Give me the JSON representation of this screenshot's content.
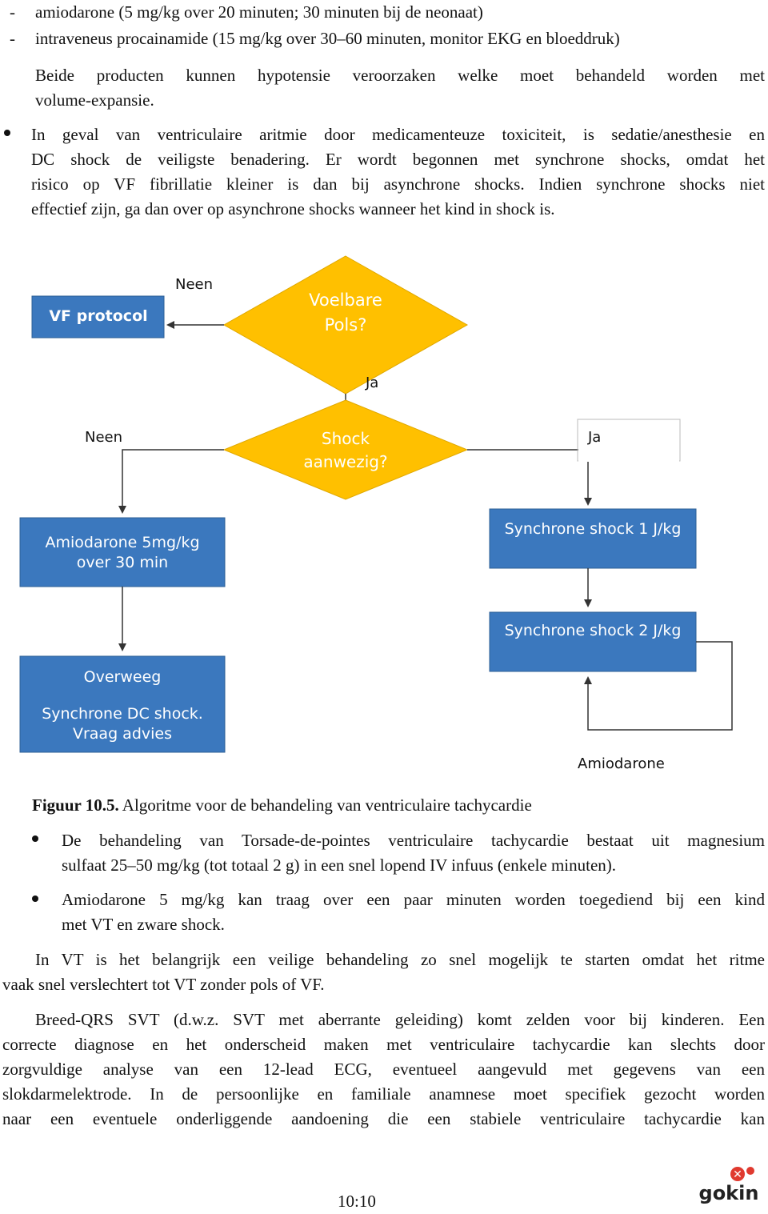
{
  "intro": {
    "dash1": "-",
    "line1": "amiodarone (5 mg/kg over 20 minuten; 30 minuten bij de neonaat)",
    "dash2": "-",
    "line2": "intraveneus procainamide (15 mg/kg over 30–60 minuten, monitor EKG en bloeddruk)",
    "line3": "Beide producten kunnen hypotensie veroorzaken welke moet behandeld worden met",
    "line4": "volume-expansie.",
    "bullet_lines": [
      "In geval van ventriculaire aritmie door medicamenteuze toxiciteit, is sedatie/anesthesie en",
      "DC shock de veiligste benadering. Er wordt begonnen met synchrone shocks, omdat het",
      "risico op VF fibrillatie kleiner is dan bij asynchrone shocks. Indien synchrone shocks niet",
      "effectief zijn, ga dan over op asynchrone shocks wanneer het kind in shock is."
    ]
  },
  "flowchart": {
    "colors": {
      "decision": "#FFC000",
      "process": "#3B78BE",
      "text_on_node": "#FFFFFF",
      "line": "#333333"
    },
    "decision1": {
      "line1": "Voelbare",
      "line2": "Pols?"
    },
    "decision1_no": "Neen",
    "decision1_yes": "Ja",
    "vf_box": "VF protocol",
    "decision2": {
      "line1": "Shock",
      "line2": "aanwezig?"
    },
    "decision2_no": "Neen",
    "decision2_yes": "Ja",
    "amio_box": {
      "line1": "Amiodarone 5mg/kg",
      "line2": "over 30 min"
    },
    "overweeg_box": {
      "line1": "Overweeg",
      "line2": "Synchrone DC shock.",
      "line3": "Vraag advies"
    },
    "sync1_box": "Synchrone shock 1 J/kg",
    "sync2_box": "Synchrone shock 2 J/kg",
    "loop_label": "Amiodarone"
  },
  "caption": {
    "number": "Figuur 10.5.",
    "text": " Algoritme voor de behandeling van ventriculaire tachycardie"
  },
  "bullets2": [
    {
      "line1": "De behandeling van Torsade-de-pointes ventriculaire tachycardie bestaat uit magnesium",
      "line2": "sulfaat 25–50 mg/kg (tot totaal 2 g) in een snel lopend IV infuus (enkele minuten)."
    },
    {
      "line1": "Amiodarone 5 mg/kg kan traag over een paar minuten worden toegediend bij een kind",
      "line2": "met VT en zware shock."
    }
  ],
  "para1": [
    "In VT is het belangrijk een veilige behandeling zo snel mogelijk te starten omdat het ritme",
    "vaak snel verslechtert tot VT zonder pols of VF."
  ],
  "para2": [
    "Breed-QRS SVT (d.w.z. SVT met aberrante geleiding) komt zelden voor bij kinderen. Een",
    "correcte diagnose en het onderscheid maken met ventriculaire tachycardie kan slechts door",
    "zorgvuldige analyse van een 12-lead ECG, eventueel aangevuld met gegevens van een",
    "slokdarmelektrode. In de persoonlijke en familiale anamnese moet specifiek gezocht worden",
    "naar een eventuele onderliggende aandoening die een stabiele ventriculaire tachycardie kan"
  ],
  "page_number": "10:10",
  "logo": {
    "text": "gokin"
  }
}
